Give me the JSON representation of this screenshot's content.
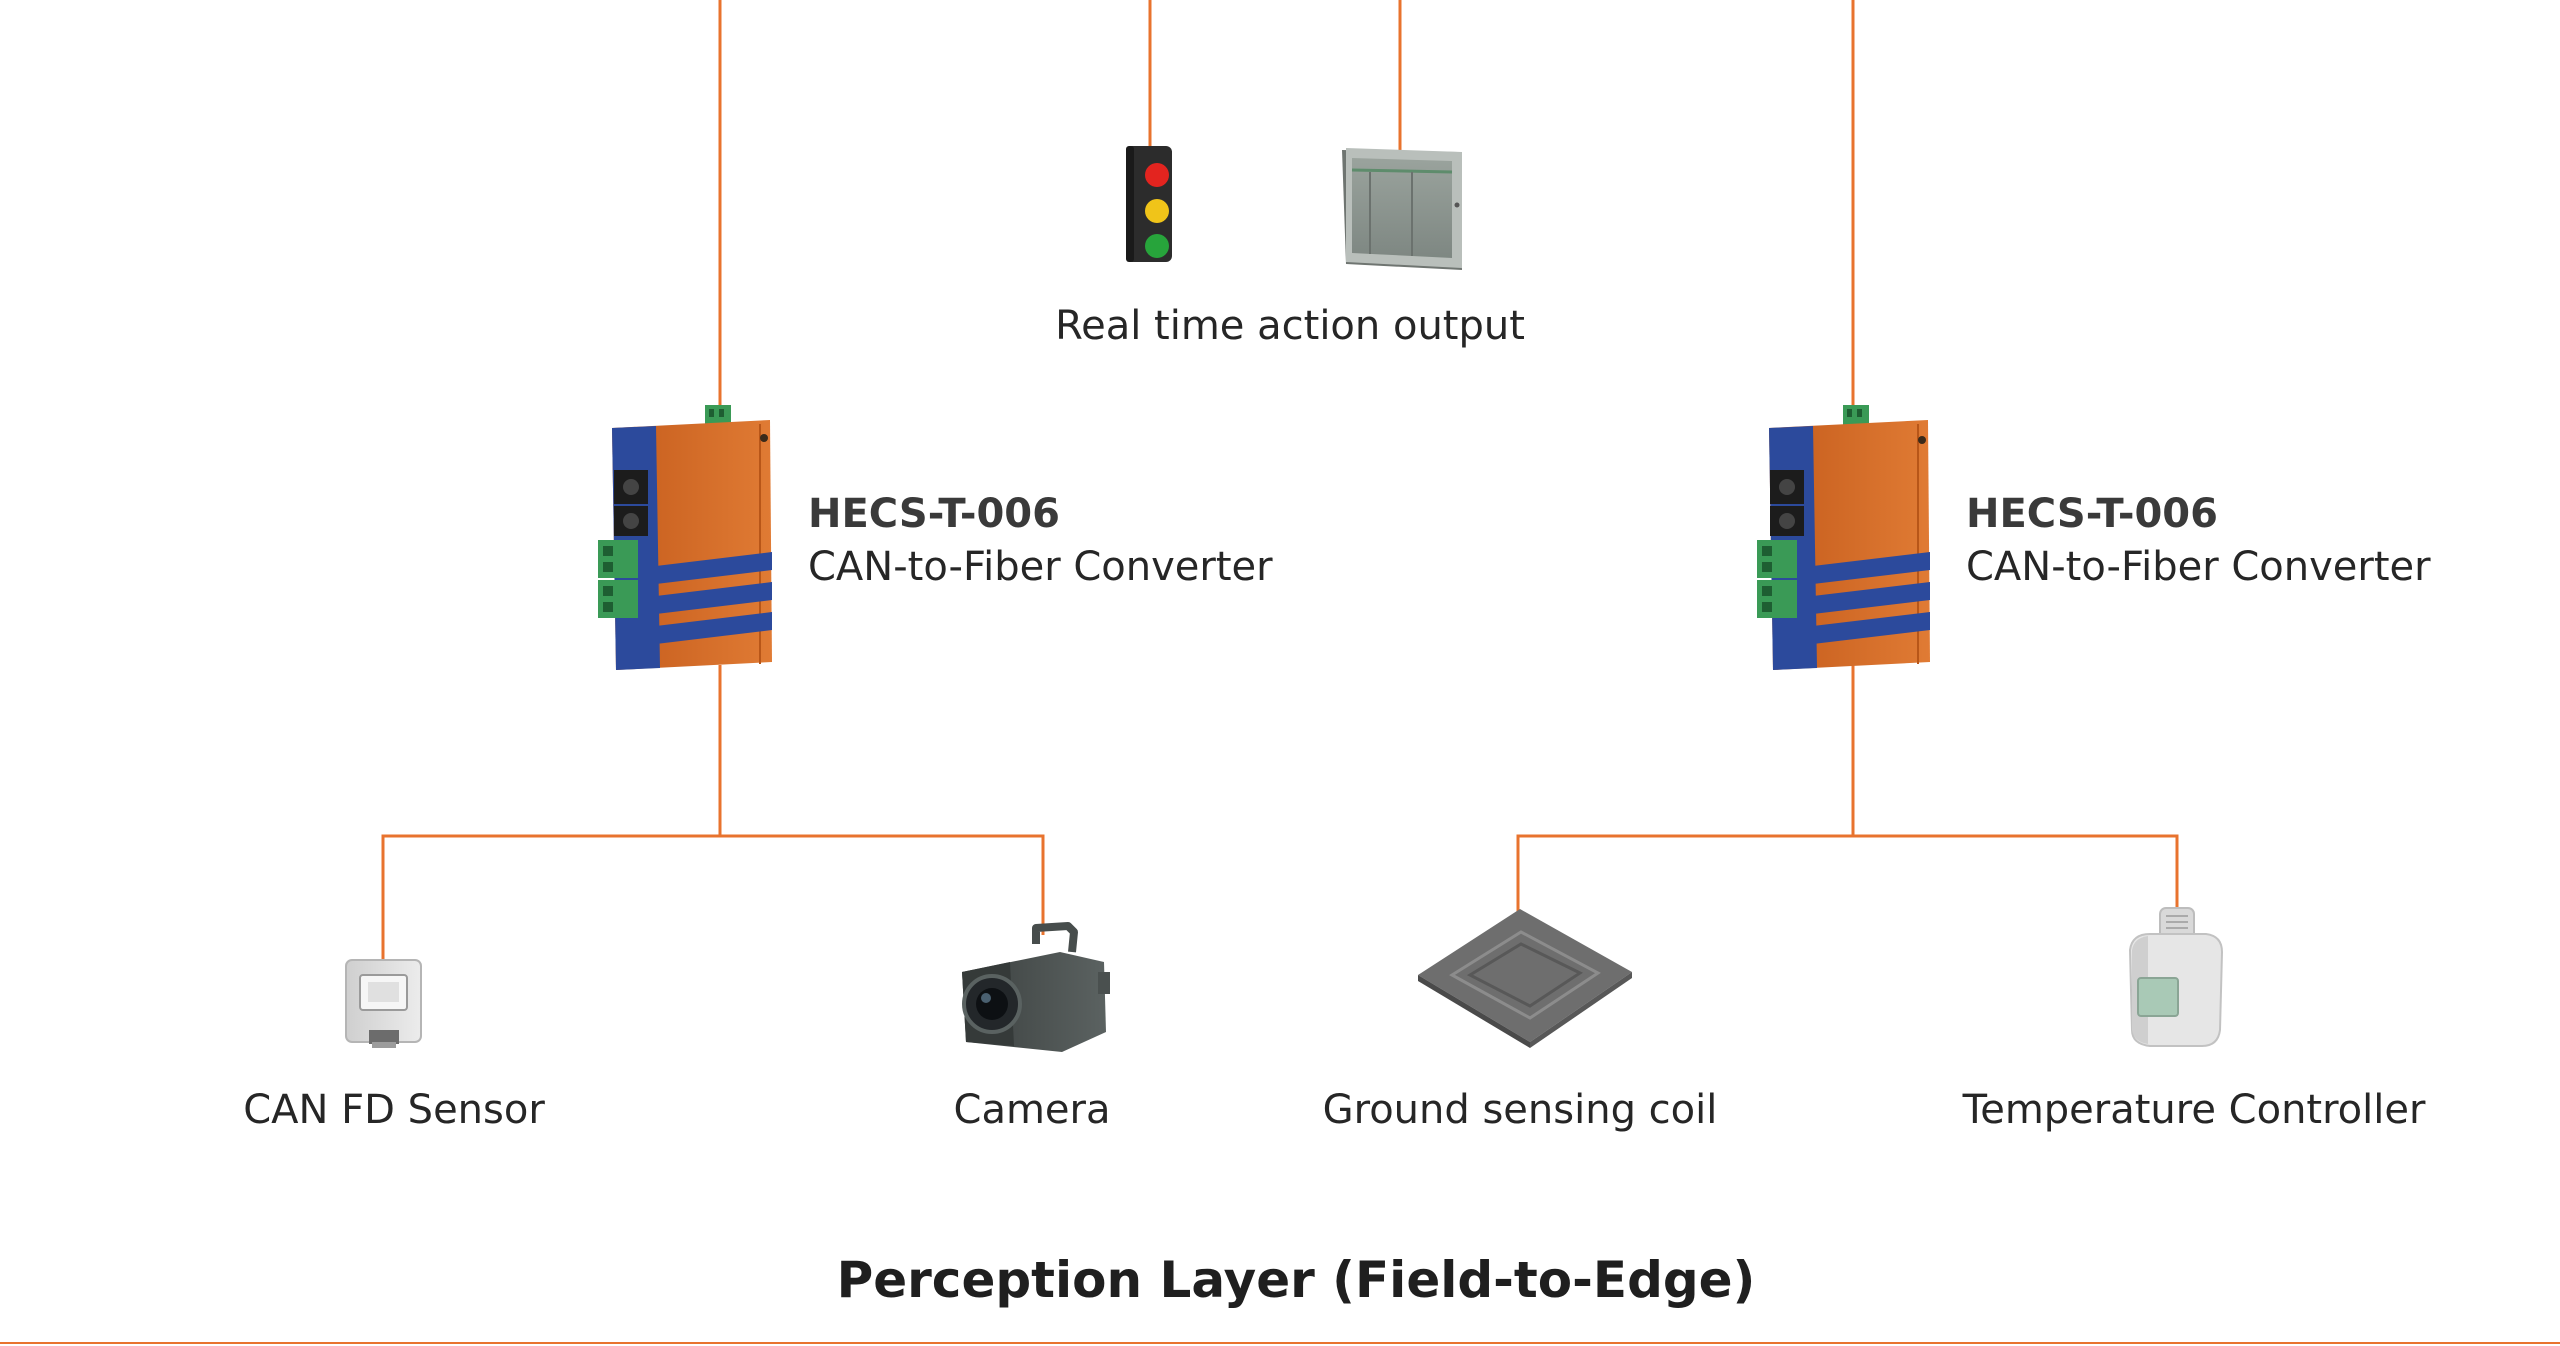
{
  "colors": {
    "line": "#e8732e",
    "device_orange": "#d56a25",
    "device_blue": "#2c4a9c",
    "terminal_green": "#3a9a56"
  },
  "action_output": {
    "label": "Real time action output",
    "icons": [
      "traffic-light-icon",
      "touch-panel-icon"
    ]
  },
  "converters": [
    {
      "model": "HECS-T-006",
      "name": "CAN-to-Fiber Converter"
    },
    {
      "model": "HECS-T-006",
      "name": "CAN-to-Fiber Converter"
    }
  ],
  "field_devices": [
    {
      "label": "CAN FD Sensor",
      "icon": "can-fd-sensor-icon"
    },
    {
      "label": "Camera",
      "icon": "camera-icon"
    },
    {
      "label": "Ground sensing coil",
      "icon": "ground-coil-icon"
    },
    {
      "label": "Temperature Controller",
      "icon": "temperature-controller-icon"
    }
  ],
  "layer_title": "Perception Layer (Field-to-Edge)"
}
